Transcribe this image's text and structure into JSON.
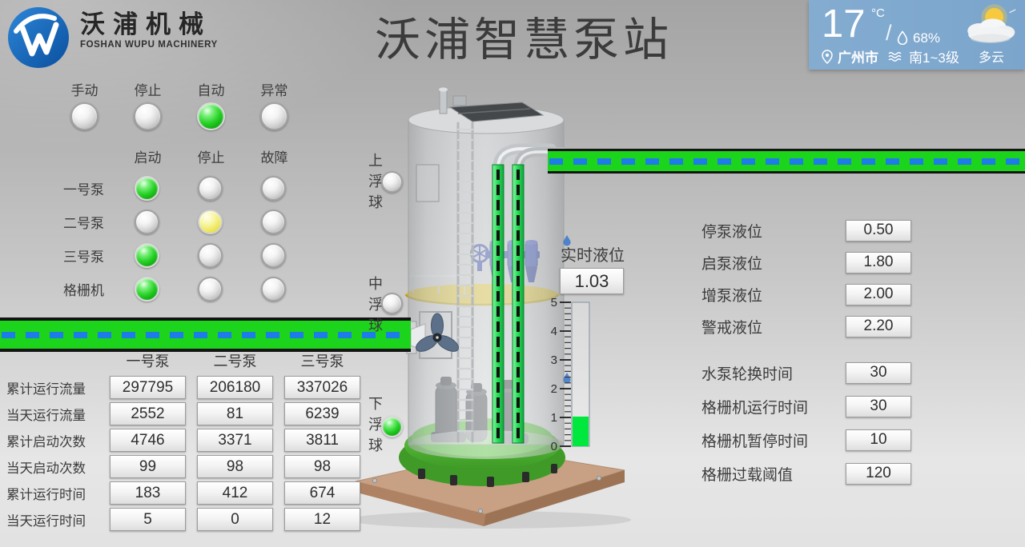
{
  "header": {
    "brand_cn": "沃浦机械",
    "brand_en": "FOSHAN WUPU MACHINERY",
    "title": "沃浦智慧泵站"
  },
  "weather": {
    "temp": "17",
    "temp_unit": "°C",
    "slash": "/",
    "humidity": "68%",
    "city": "广州市",
    "wind": "南1~3级",
    "condition": "多云"
  },
  "mode_panel": {
    "modes": [
      {
        "label": "手动",
        "state": "off"
      },
      {
        "label": "停止",
        "state": "off"
      },
      {
        "label": "自动",
        "state": "green"
      },
      {
        "label": "异常",
        "state": "off"
      }
    ],
    "columns": [
      "启动",
      "停止",
      "故障"
    ],
    "rows": [
      {
        "label": "一号泵",
        "lamps": [
          "green",
          "off",
          "off"
        ]
      },
      {
        "label": "二号泵",
        "lamps": [
          "off",
          "yellow",
          "off"
        ]
      },
      {
        "label": "三号泵",
        "lamps": [
          "green",
          "off",
          "off"
        ]
      },
      {
        "label": "格栅机",
        "lamps": [
          "green",
          "off",
          "off"
        ]
      }
    ]
  },
  "floats": [
    {
      "label": "上浮球",
      "state": "off"
    },
    {
      "label": "中浮球",
      "state": "off"
    },
    {
      "label": "下浮球",
      "state": "green"
    }
  ],
  "level": {
    "label": "实时液位",
    "value": "1.03",
    "gauge": {
      "min": 0,
      "max": 5,
      "value": 1.03,
      "major_ticks": [
        0,
        1,
        2,
        3,
        4,
        5
      ],
      "minor_per_major": 4
    }
  },
  "setpoints": [
    {
      "label": "停泵液位",
      "value": "0.50"
    },
    {
      "label": "启泵液位",
      "value": "1.80"
    },
    {
      "label": "增泵液位",
      "value": "2.00"
    },
    {
      "label": "警戒液位",
      "value": "2.20"
    }
  ],
  "timers": [
    {
      "label": "水泵轮换时间",
      "value": "30"
    },
    {
      "label": "格栅机运行时间",
      "value": "30"
    },
    {
      "label": "格栅机暂停时间",
      "value": "10"
    },
    {
      "label": "格栅过载阈值",
      "value": "120"
    }
  ],
  "stats_table": {
    "columns": [
      "一号泵",
      "二号泵",
      "三号泵"
    ],
    "rows": [
      {
        "label": "累计运行流量",
        "values": [
          "297795",
          "206180",
          "337026"
        ]
      },
      {
        "label": "当天运行流量",
        "values": [
          "2552",
          "81",
          "6239"
        ]
      },
      {
        "label": "累计启动次数",
        "values": [
          "4746",
          "3371",
          "3811"
        ]
      },
      {
        "label": "当天启动次数",
        "values": [
          "99",
          "98",
          "98"
        ]
      },
      {
        "label": "累计运行时间",
        "values": [
          "183",
          "412",
          "674"
        ]
      },
      {
        "label": "当天运行时间",
        "values": [
          "5",
          "0",
          "12"
        ]
      }
    ]
  },
  "colors": {
    "pipe_green": "#1bd41b",
    "pipe_dash_blue": "#1e7ce8",
    "lamp_green": "#27d227",
    "lamp_yellow": "#ebe552",
    "gauge_fill_green": "#00e83e",
    "weather_bg": "#7ba5cc",
    "logo_blue": "#1266b8"
  }
}
